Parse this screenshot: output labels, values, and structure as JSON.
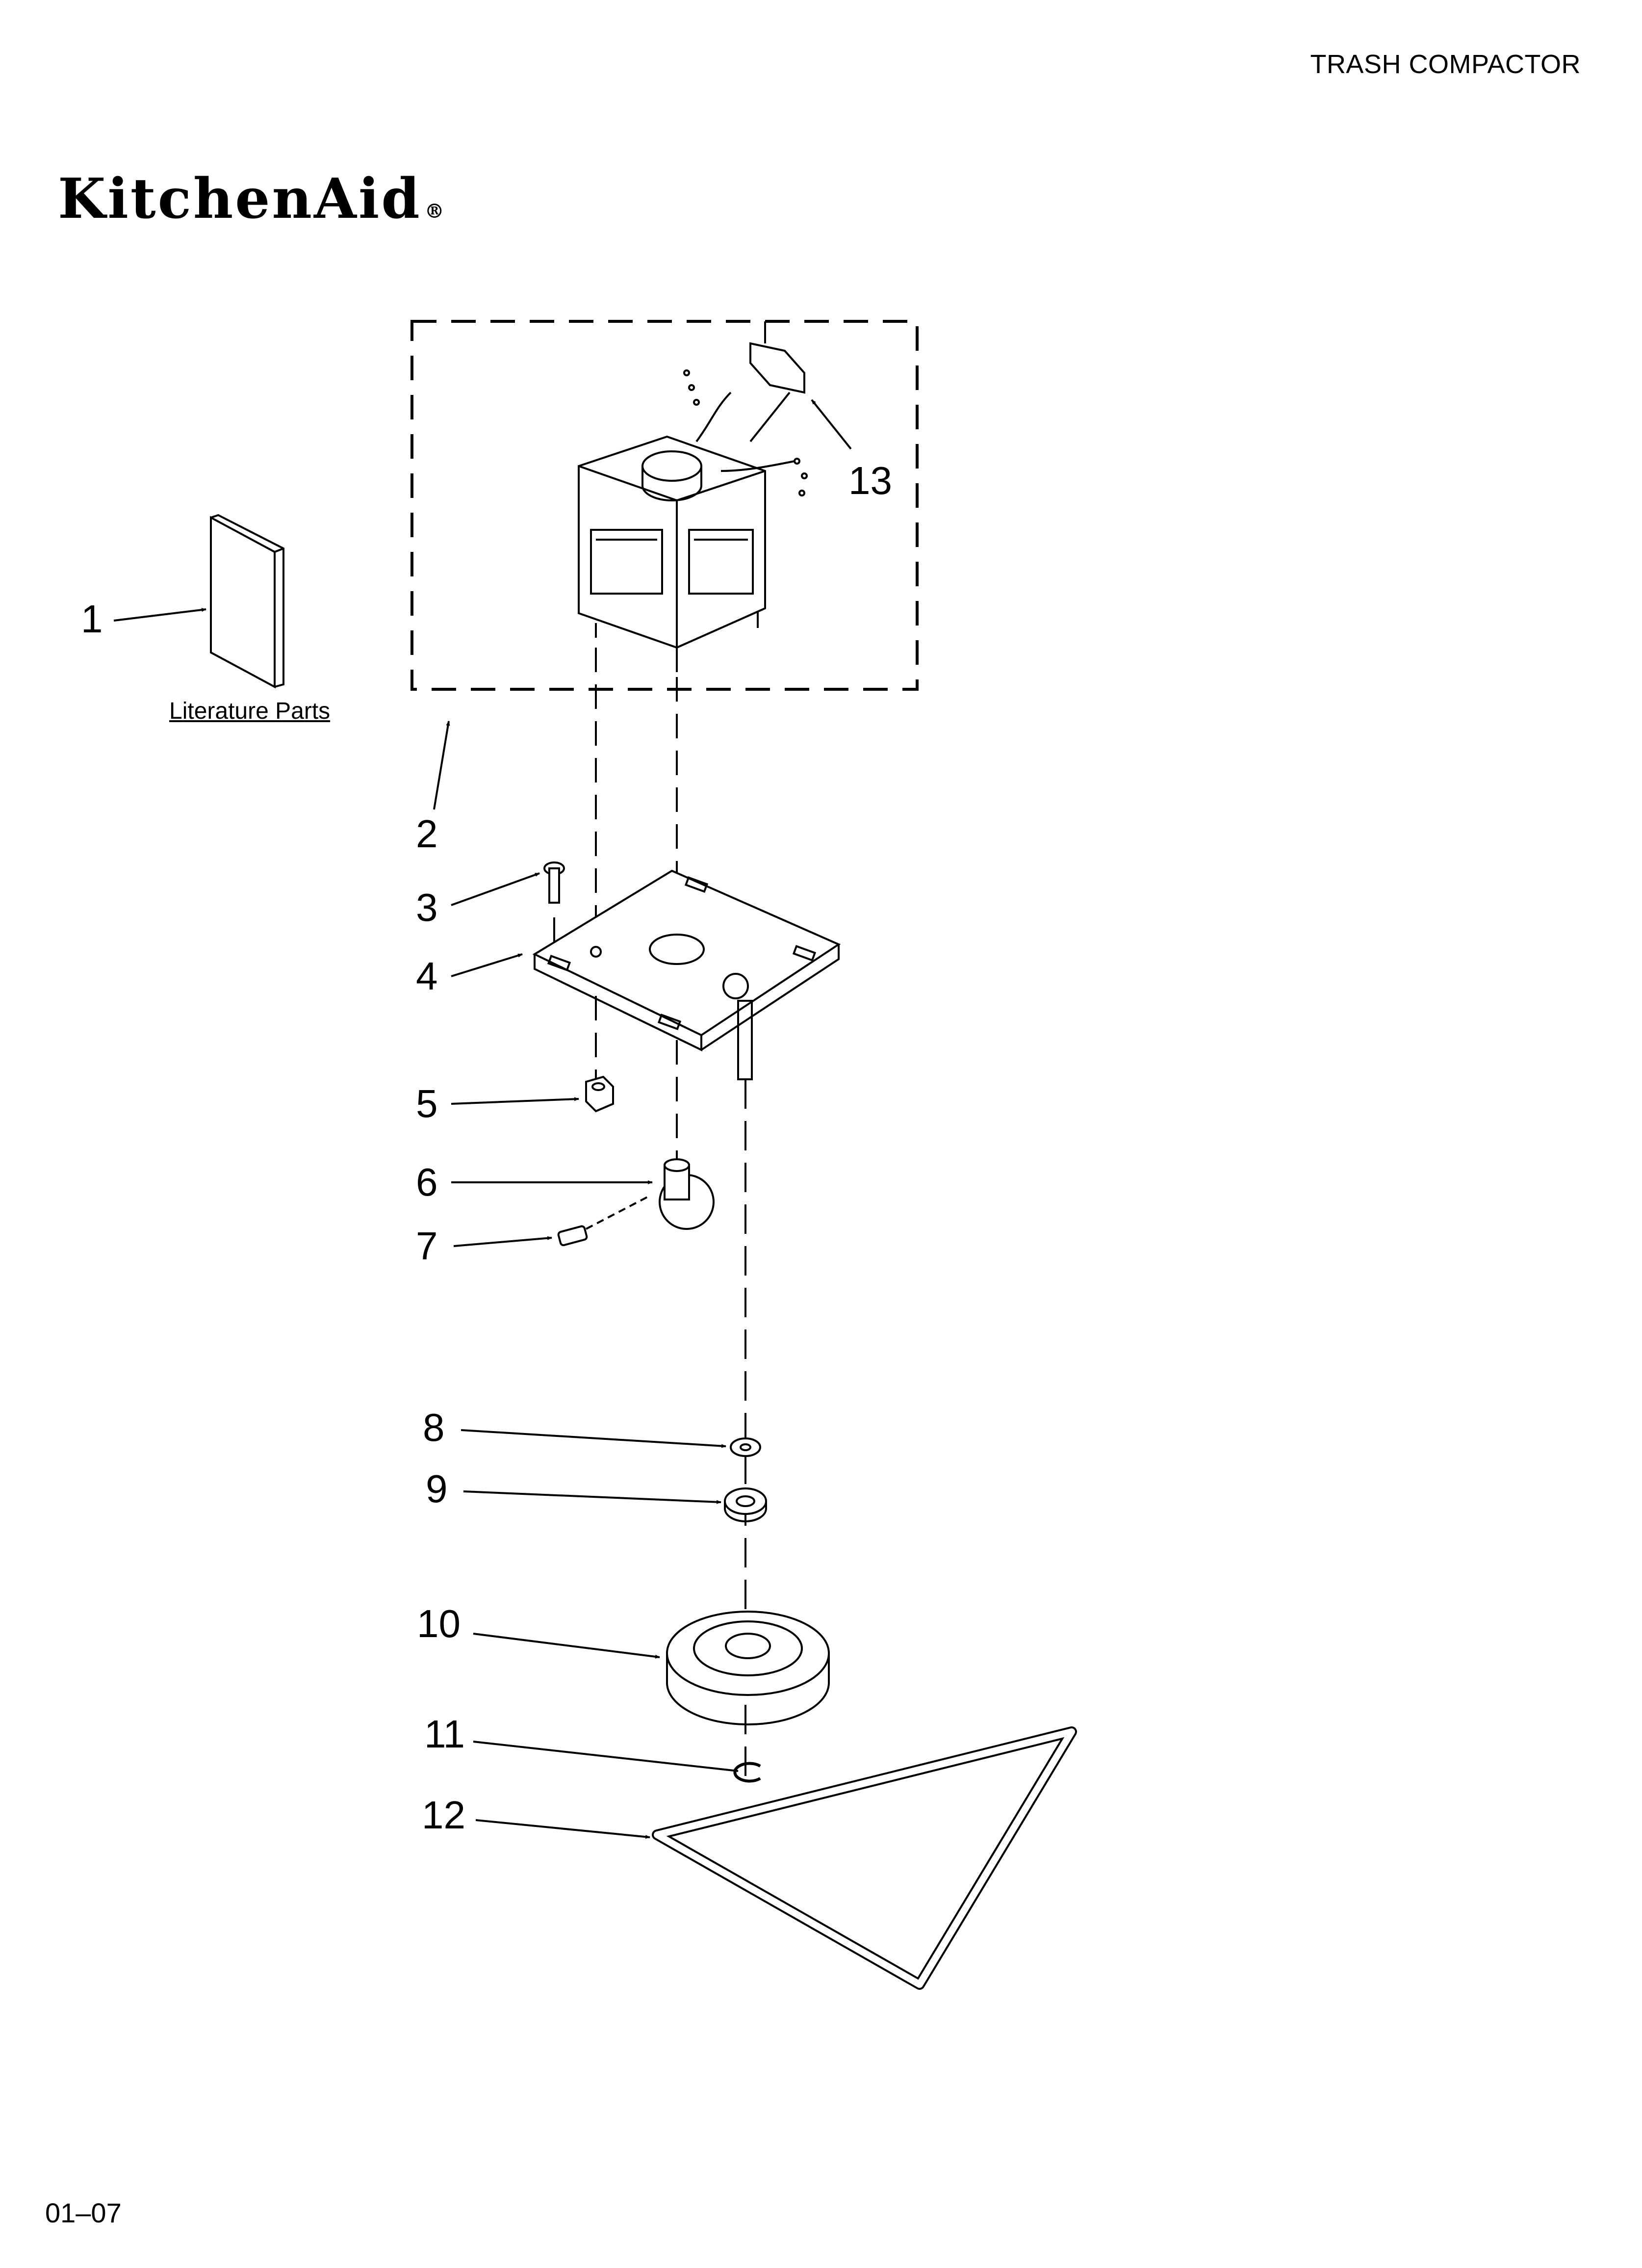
{
  "header": {
    "category": "TRASH COMPACTOR",
    "brand": "KitchenAid",
    "brand_mark": "®"
  },
  "footer": {
    "code": "01–07"
  },
  "literature": {
    "label": "Literature Parts"
  },
  "callouts": [
    "1",
    "2",
    "3",
    "4",
    "5",
    "6",
    "7",
    "8",
    "9",
    "10",
    "11",
    "12",
    "13"
  ]
}
